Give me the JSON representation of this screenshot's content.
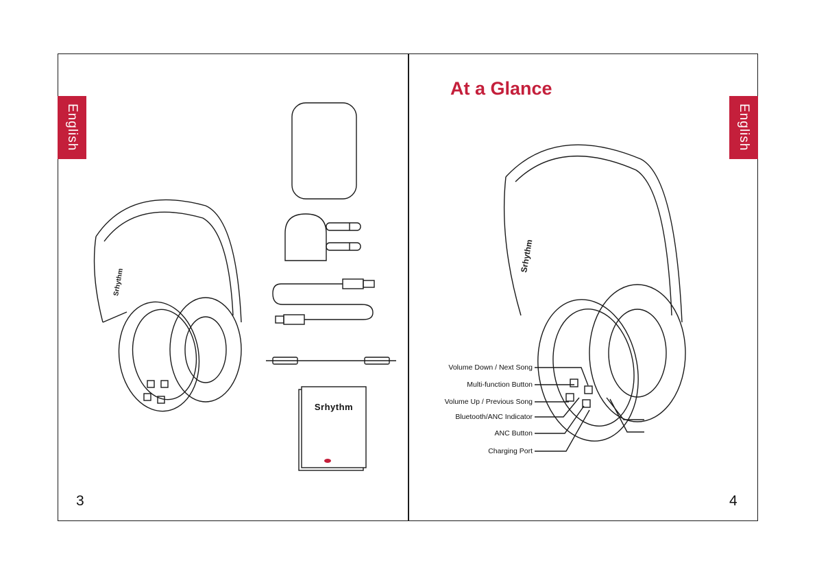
{
  "left_page": {
    "language_tab": "English",
    "page_number": "3",
    "booklet_brand": "Srhythm",
    "headphone_brand": "Srhythm"
  },
  "right_page": {
    "title": "At a Glance",
    "language_tab": "English",
    "page_number": "4",
    "headphone_brand": "Srhythm",
    "callouts": [
      "Volume Down / Next Song",
      "Multi-function Button",
      "Volume Up / Previous Song",
      "Bluetooth/ANC Indicator",
      "ANC Button",
      "Charging Port"
    ]
  },
  "colors": {
    "accent": "#c41f3b",
    "line": "#1a1a1a"
  }
}
